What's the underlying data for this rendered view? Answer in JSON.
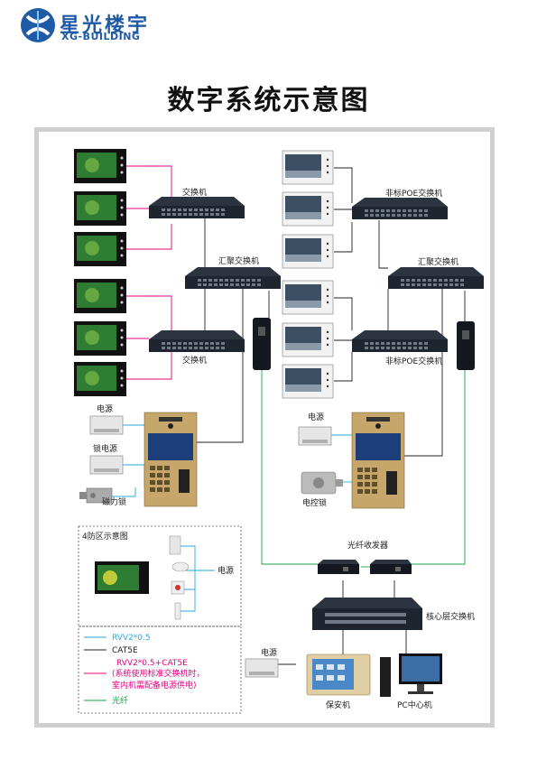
{
  "brand": {
    "name": "星光楼宇",
    "sub": "XG-BUILDING",
    "color": "#1f5aa6"
  },
  "title": "数字系统示意图",
  "labels": {
    "switch_top_left": "交换机",
    "switch_mid_left": "交换机",
    "agg_left": "汇聚交换机",
    "poe_top_right": "非标POE交换机",
    "poe_mid_right": "非标POE交换机",
    "agg_right": "汇聚交换机",
    "power_left": "电源",
    "lock_power_left": "锁电源",
    "mag_lock": "磁力锁",
    "power_right": "电源",
    "electric_lock": "电控锁",
    "fiber_transceiver": "光纤收发器",
    "core_switch": "核心层交换机",
    "power_bottom": "电源",
    "guard_unit": "保安机",
    "pc_center": "PC中心机",
    "zone_title": "4防区示意图",
    "zone_power": "电源"
  },
  "legend": [
    {
      "text": "RVV2*0.5",
      "color": "#2aa7e0"
    },
    {
      "text": "CAT5E",
      "color": "#222222"
    },
    {
      "text": "RVV2*0.5+CAT5E",
      "color": "#e6007e"
    },
    {
      "text": "(系统使用标准交换机时，",
      "color": "#e6007e"
    },
    {
      "text": "室内机需配备电源供电)",
      "color": "#e6007e"
    },
    {
      "text": "光纤",
      "color": "#1aa34a"
    }
  ],
  "colors": {
    "cat5e": "#222222",
    "rvv_poe": "#e6007e",
    "fiber": "#1aa34a",
    "rvv": "#2aa7e0"
  }
}
